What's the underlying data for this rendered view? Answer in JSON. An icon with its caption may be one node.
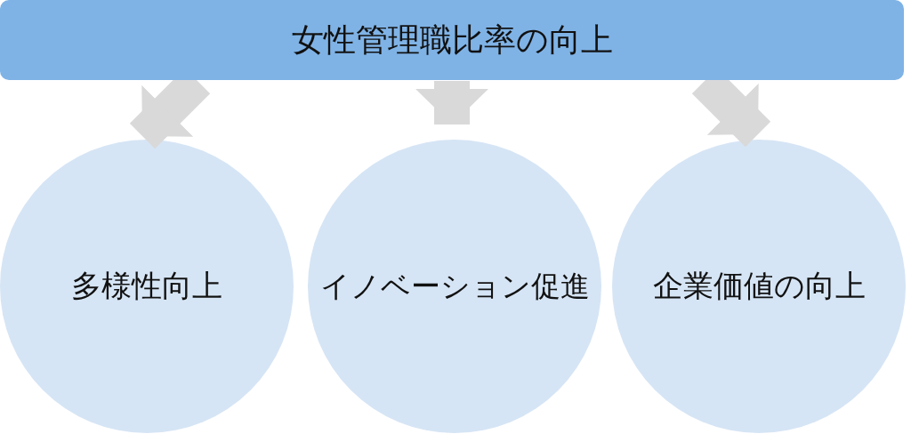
{
  "diagram": {
    "nodes": [
      {
        "text": [
          "女性管理職比率の向上"
        ]
      },
      {
        "text": [
          "多様性向上"
        ]
      },
      {
        "text": [
          "イノベーション促進"
        ]
      },
      {
        "text": [
          "企業価値の向上"
        ]
      }
    ],
    "edges": [
      {
        "from": 0,
        "to": 1,
        "arrow": "to"
      },
      {
        "from": 0,
        "to": 2,
        "arrow": "to"
      },
      {
        "from": 0,
        "to": 3,
        "arrow": "to"
      }
    ]
  }
}
